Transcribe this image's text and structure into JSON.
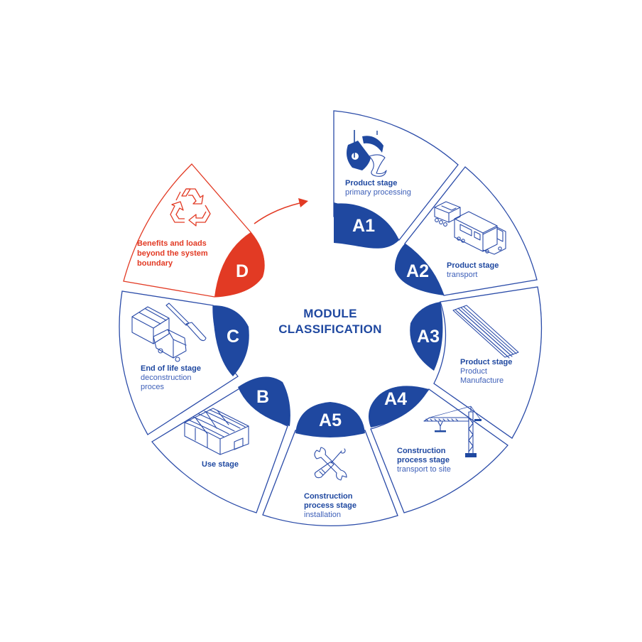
{
  "title": {
    "line1": "MODULE",
    "line2": "CLASSIFICATION"
  },
  "colors": {
    "primary_blue": "#1f48a0",
    "outline_blue": "#2a4ba8",
    "accent_red": "#e23a24",
    "background": "#ffffff"
  },
  "segments": [
    {
      "code": "A1",
      "title": "Product stage",
      "subtitle_lines": [
        "primary processing"
      ],
      "icon": "ladle-pouring-icon"
    },
    {
      "code": "A2",
      "title": "Product stage",
      "subtitle_lines": [
        "transport"
      ],
      "icon": "train-icon"
    },
    {
      "code": "A3",
      "title": "Product stage",
      "subtitle_lines": [
        "Product",
        "Manufacture"
      ],
      "icon": "corrugated-sheet-icon"
    },
    {
      "code": "A4",
      "title_lines": [
        "Construction",
        "process stage"
      ],
      "subtitle_lines": [
        "transport to site"
      ],
      "icon": "tower-crane-icon"
    },
    {
      "code": "A5",
      "title_lines": [
        "Construction",
        "process stage"
      ],
      "subtitle_lines": [
        "installation"
      ],
      "icon": "wrench-screwdriver-icon"
    },
    {
      "code": "B",
      "title": "Use stage",
      "subtitle_lines": [],
      "icon": "building-icon"
    },
    {
      "code": "C",
      "title": "End of life stage",
      "subtitle_lines": [
        "deconstruction",
        "proces"
      ],
      "icon": "truck-screwdriver-icon"
    },
    {
      "code": "D",
      "title_lines": [
        "Benefits and loads",
        "beyond the system",
        "boundary"
      ],
      "subtitle_lines": [],
      "icon": "recycle-icon",
      "highlight": true
    }
  ]
}
